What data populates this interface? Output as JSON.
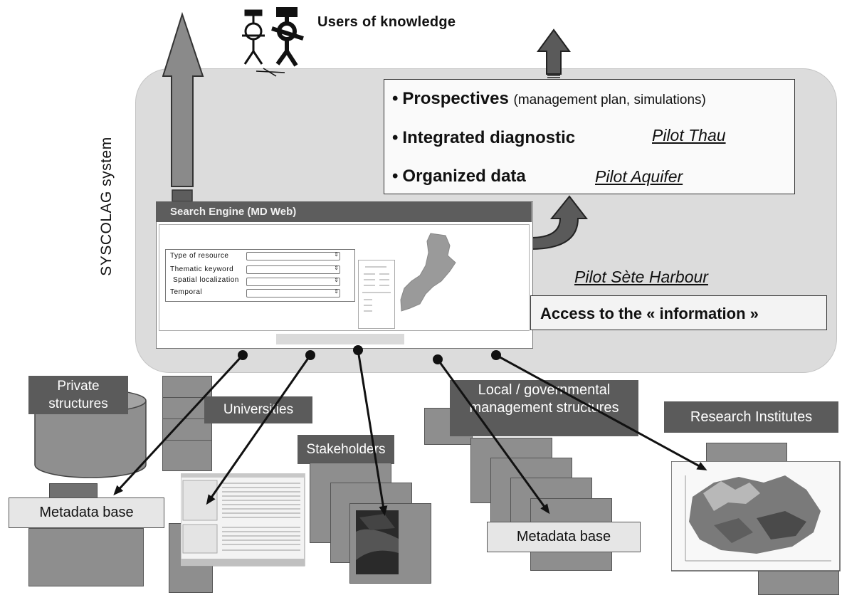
{
  "header": {
    "users_title": "Users of knowledge"
  },
  "system": {
    "label": "SYSCOLAG system"
  },
  "outputs": {
    "prospectives": "Prospectives",
    "prospectives_detail": "(management plan, simulations)",
    "diagnostic": "Integrated diagnostic",
    "organized": "Organized data",
    "pilot_thau": "Pilot Thau",
    "pilot_aquifer": "Pilot Aquifer"
  },
  "engine": {
    "title": "Search Engine (MD Web)",
    "fields": [
      "Type of resource",
      "Thematic keyword",
      "Spatial localization",
      "Temporal"
    ]
  },
  "pilot_sete": "Pilot Sète Harbour",
  "access": "Access to the « information »",
  "sources": {
    "private": "Private structures",
    "universities": "Universities",
    "stakeholders": "Stakeholders",
    "local_gov": "Local / governmental management structures",
    "research": "Research Institutes"
  },
  "metadata_base": "Metadata base"
}
